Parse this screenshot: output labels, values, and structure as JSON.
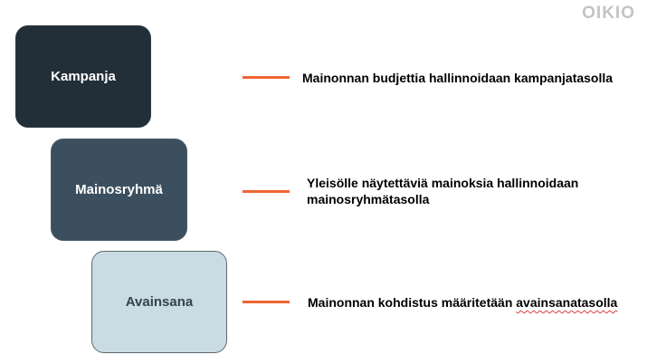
{
  "logo": {
    "text": "OIKIO"
  },
  "hierarchy": [
    {
      "label": "Kampanja",
      "description": "Mainonnan budjettia hallinnoidaan kampanjatasolla"
    },
    {
      "label": "Mainosryhmä",
      "description": "Yleisölle näytettäviä mainoksia hallinnoidaan mainosryhmätasolla"
    },
    {
      "label": "Avainsana",
      "description_main": "Mainonnan kohdistus määritetään ",
      "description_flagged": "avainsanatasolla"
    }
  ],
  "colors": {
    "accent": "#ee6531",
    "level1": "#222f38",
    "level2": "#3c4f5e",
    "level3": "#c9dbe3"
  }
}
